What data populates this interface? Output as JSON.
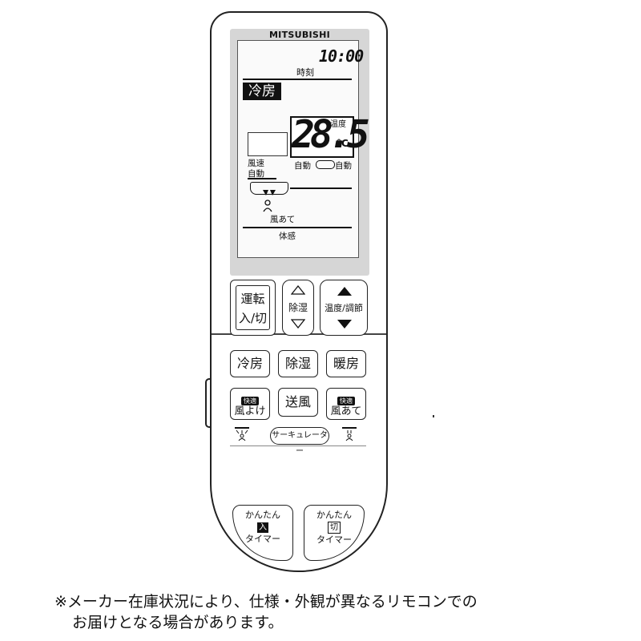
{
  "lcd": {
    "brand": "MITSUBISHI",
    "clock": "10:00",
    "clock_label": "時刻",
    "mode": "冷房",
    "temperature": "28.5",
    "temperature_label": "温度",
    "temperature_unit": "°C",
    "fan_speed_label": "風速",
    "fan_speed_value": "自動",
    "vane_left": "自動",
    "vane_right": "自動",
    "airflow_label": "風あて",
    "sensation_label": "体感"
  },
  "buttons": {
    "power_line1": "運転",
    "power_line2": "入/切",
    "dehumidify_adjust": "除湿",
    "temperature_adjust": "温度/調節",
    "cool": "冷房",
    "dry": "除湿",
    "heat": "暖房",
    "avoid_tag": "快適",
    "avoid_label": "風よけ",
    "fan": "送風",
    "direct_tag": "快適",
    "direct_label": "風あて",
    "circulator": "サーキュレーター",
    "timer_on_line1": "かんたん",
    "timer_on_glyph": "入",
    "timer_on_line2": "タイマー",
    "timer_off_line1": "かんたん",
    "timer_off_glyph": "切",
    "timer_off_line2": "タイマー"
  },
  "caption": {
    "line1": "※メーカー在庫状況により、仕様・外観が異なるリモコンでの",
    "line2": "お届けとなる場合があります。"
  }
}
